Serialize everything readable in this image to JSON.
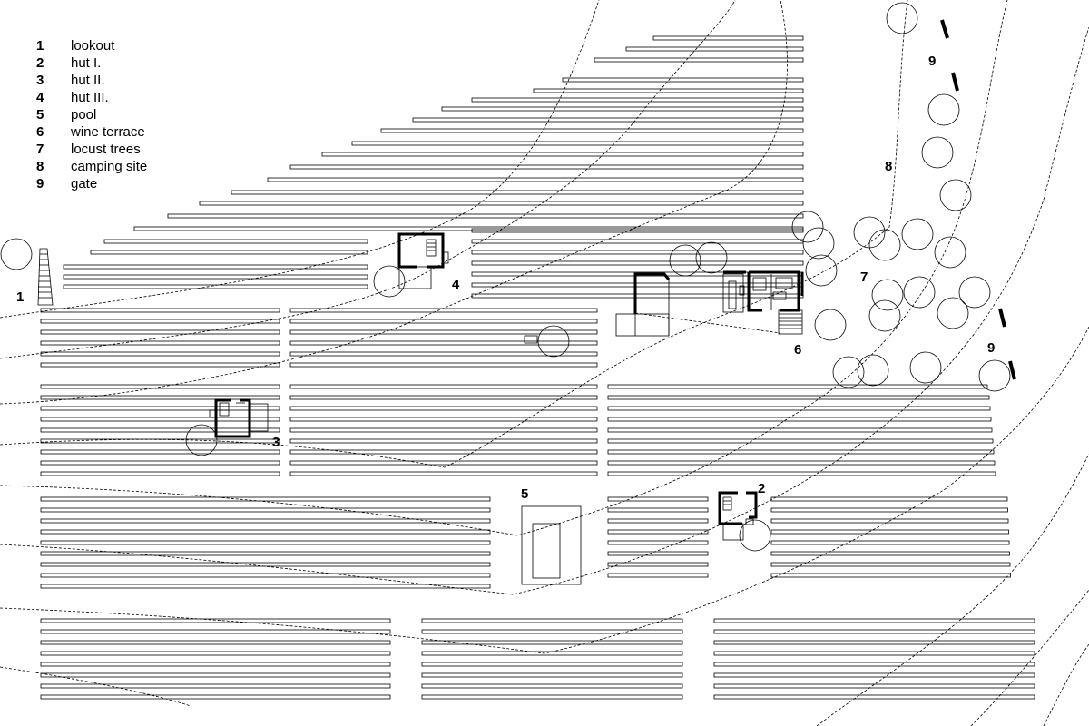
{
  "legend": [
    {
      "num": "1",
      "label": "lookout"
    },
    {
      "num": "2",
      "label": "hut I."
    },
    {
      "num": "3",
      "label": "hut II."
    },
    {
      "num": "4",
      "label": "hut III."
    },
    {
      "num": "5",
      "label": "pool"
    },
    {
      "num": "6",
      "label": "wine terrace"
    },
    {
      "num": "7",
      "label": "locust trees"
    },
    {
      "num": "8",
      "label": "camping site"
    },
    {
      "num": "9",
      "label": "gate"
    }
  ],
  "labels": {
    "lookout": "1",
    "hut1": "2",
    "hut2": "3",
    "hut3": "4",
    "pool": "5",
    "terrace": "6",
    "locust": "7",
    "camping": "8",
    "gate_top": "9",
    "gate_bottom": "9"
  },
  "colors": {
    "line": "#000000",
    "background": "#ffffff"
  }
}
